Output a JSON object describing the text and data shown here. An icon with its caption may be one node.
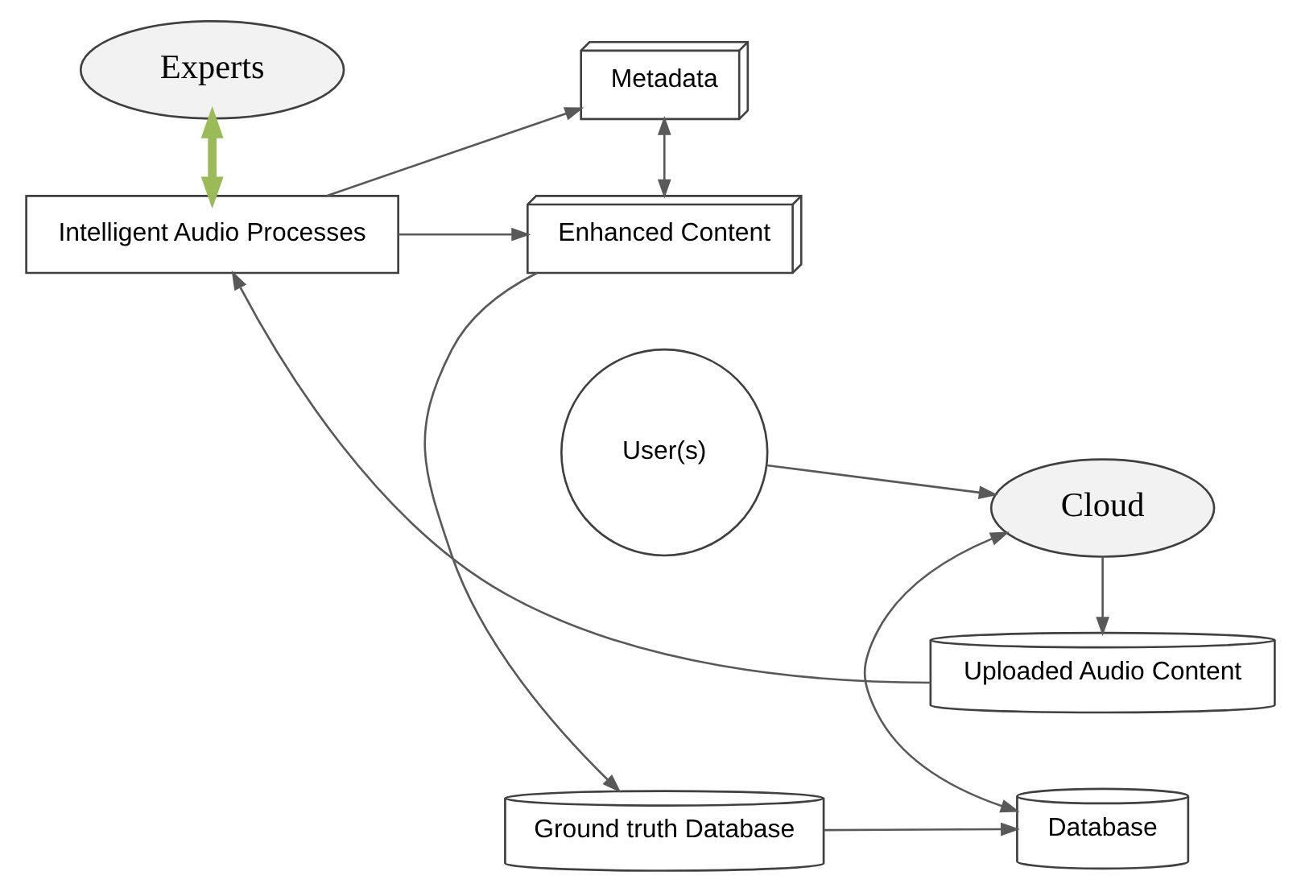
{
  "diagram": {
    "nodes": [
      {
        "text": [
          "Experts"
        ]
      },
      {
        "text": [
          "Uploaded Audio Content"
        ]
      },
      {
        "text": [
          "Intelligent Audio Processes"
        ]
      },
      {
        "text": [
          "Metadata"
        ]
      },
      {
        "text": [
          "Enhanced Content"
        ]
      },
      {
        "text": [
          "User(s)"
        ]
      },
      {
        "text": [
          "Cloud"
        ]
      },
      {
        "text": [
          "Database"
        ]
      },
      {
        "text": [
          "Ground truth Database"
        ]
      }
    ],
    "edges": [
      {
        "from": 0,
        "to": 2,
        "arrow": "both",
        "style": "thick",
        "color": "#9bbb59"
      },
      {
        "from": 1,
        "to": 2,
        "arrow": "to"
      },
      {
        "from": 2,
        "to": 3,
        "arrow": "to"
      },
      {
        "from": 2,
        "to": 4,
        "arrow": "to"
      },
      {
        "from": 3,
        "to": 4,
        "arrow": "both"
      },
      {
        "from": 5,
        "to": 6,
        "arrow": "to"
      },
      {
        "from": 6,
        "to": 1,
        "arrow": "to"
      },
      {
        "from": 6,
        "to": 7,
        "arrow": "both"
      },
      {
        "from": 4,
        "to": 8,
        "arrow": "to"
      },
      {
        "from": 8,
        "to": 7,
        "arrow": "to"
      }
    ]
  }
}
